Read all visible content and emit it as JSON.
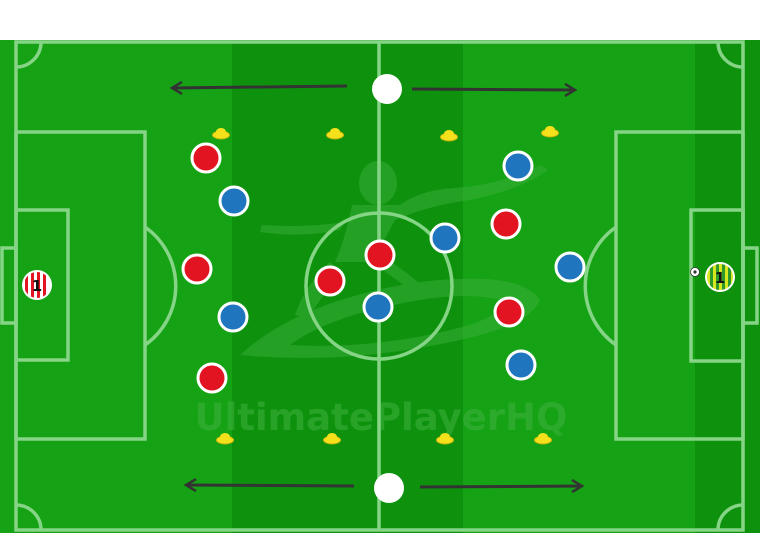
{
  "watermark": {
    "text": "UltimatePlayerHQ"
  },
  "colors": {
    "pitch": "#15A215",
    "pitch_stripe": "#0E920E",
    "line": "#86D486",
    "team_red": "#E31422",
    "team_blue": "#1F75BE",
    "cone": "#F4E11C",
    "ball": "#FFFFFF",
    "arrow": "#333333"
  },
  "goalkeepers": {
    "left": {
      "number": "1",
      "kit": "red-white-stripes"
    },
    "right": {
      "number": "1",
      "kit": "yellow-green-stripes"
    }
  },
  "icons": {
    "left-keeper": "striped-shirt-red",
    "right-keeper": "striped-shirt-yellow-green",
    "ball": "football"
  }
}
